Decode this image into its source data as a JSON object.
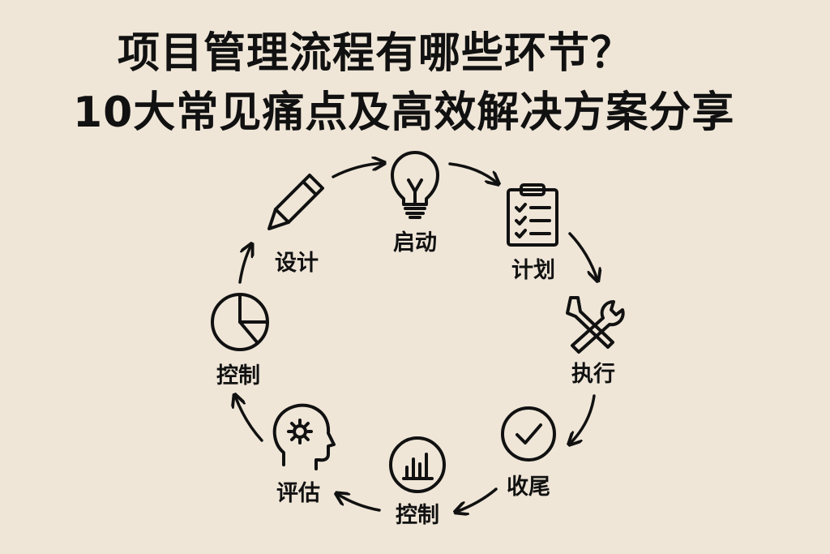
{
  "title": {
    "line1": "项目管理流程有哪些环节？",
    "line2": "10大常见痛点及高效解决方案分享"
  },
  "colors": {
    "background": "#efe6d8",
    "ink": "#111111"
  },
  "cycle": {
    "direction": "clockwise",
    "steps": [
      {
        "label": "启动",
        "icon": "lightbulb-icon"
      },
      {
        "label": "计划",
        "icon": "clipboard-checklist-icon"
      },
      {
        "label": "执行",
        "icon": "wrench-screwdriver-icon"
      },
      {
        "label": "收尾",
        "icon": "check-circle-icon"
      },
      {
        "label": "控制",
        "icon": "bar-chart-icon"
      },
      {
        "label": "评估",
        "icon": "head-gear-icon"
      },
      {
        "label": "控制",
        "icon": "pie-chart-icon"
      },
      {
        "label": "设计",
        "icon": "pencil-icon"
      }
    ]
  }
}
